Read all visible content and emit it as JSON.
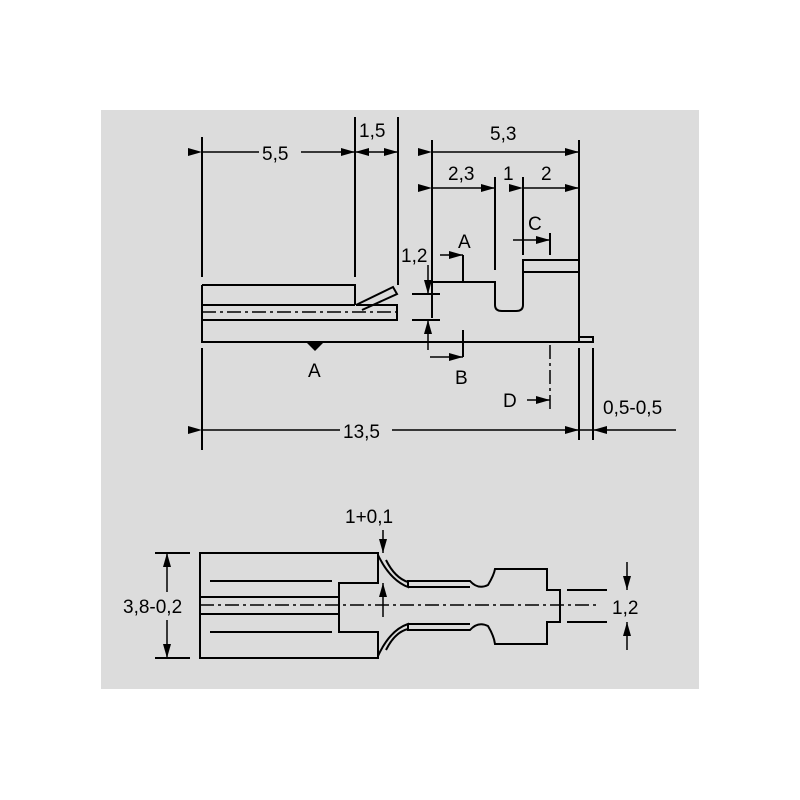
{
  "side_view": {
    "dim_5_5": "5,5",
    "dim_1_5": "1,5",
    "dim_5_3": "5,3",
    "dim_2_3": "2,3",
    "dim_1": "1",
    "dim_2": "2",
    "dim_1_2": "1,2",
    "dim_13_5": "13,5",
    "dim_tol": "0,5-0,5",
    "label_a_top": "A",
    "label_a_bottom": "A",
    "label_b": "B",
    "label_c": "C",
    "label_d": "D"
  },
  "top_view": {
    "dim_width": "3,8-0,2",
    "dim_slot": "1+0,1",
    "dim_tip": "1,2"
  }
}
